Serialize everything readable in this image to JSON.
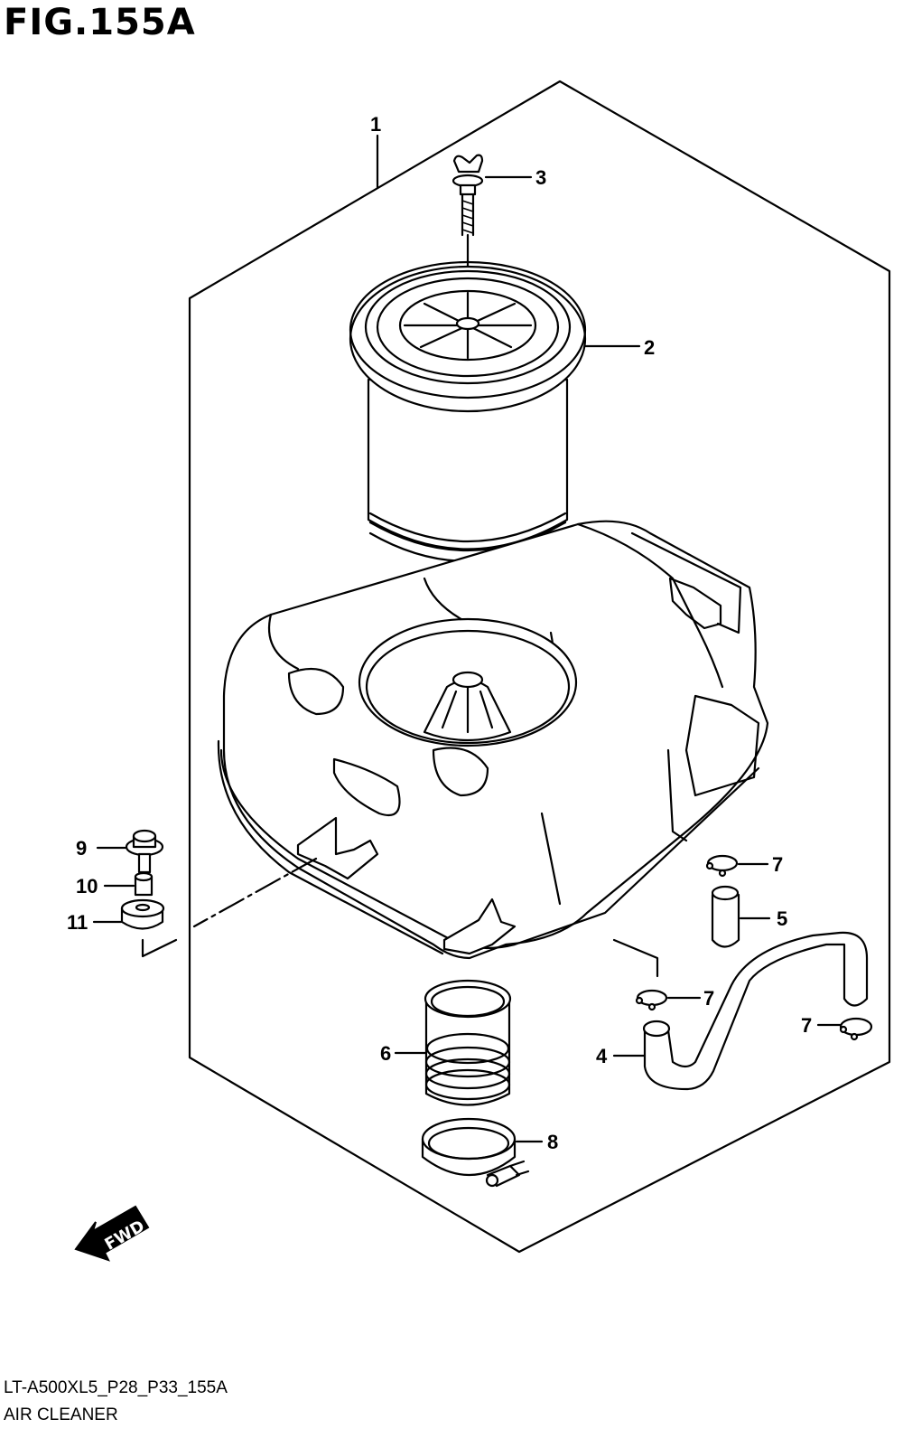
{
  "figure": {
    "title": "FIG.155A",
    "code": "LT-A500XL5_P28_P33_155A",
    "name": "AIR CLEANER"
  },
  "callouts": [
    {
      "id": "c1",
      "label": "1"
    },
    {
      "id": "c2",
      "label": "2"
    },
    {
      "id": "c3",
      "label": "3"
    },
    {
      "id": "c4",
      "label": "4"
    },
    {
      "id": "c5",
      "label": "5"
    },
    {
      "id": "c6",
      "label": "6"
    },
    {
      "id": "c7a",
      "label": "7"
    },
    {
      "id": "c7b",
      "label": "7"
    },
    {
      "id": "c7c",
      "label": "7"
    },
    {
      "id": "c8",
      "label": "8"
    },
    {
      "id": "c9",
      "label": "9"
    },
    {
      "id": "c10",
      "label": "10"
    },
    {
      "id": "c11",
      "label": "11"
    }
  ],
  "direction_arrow": {
    "label": "FWD",
    "icon": "fwd-arrow-icon"
  }
}
